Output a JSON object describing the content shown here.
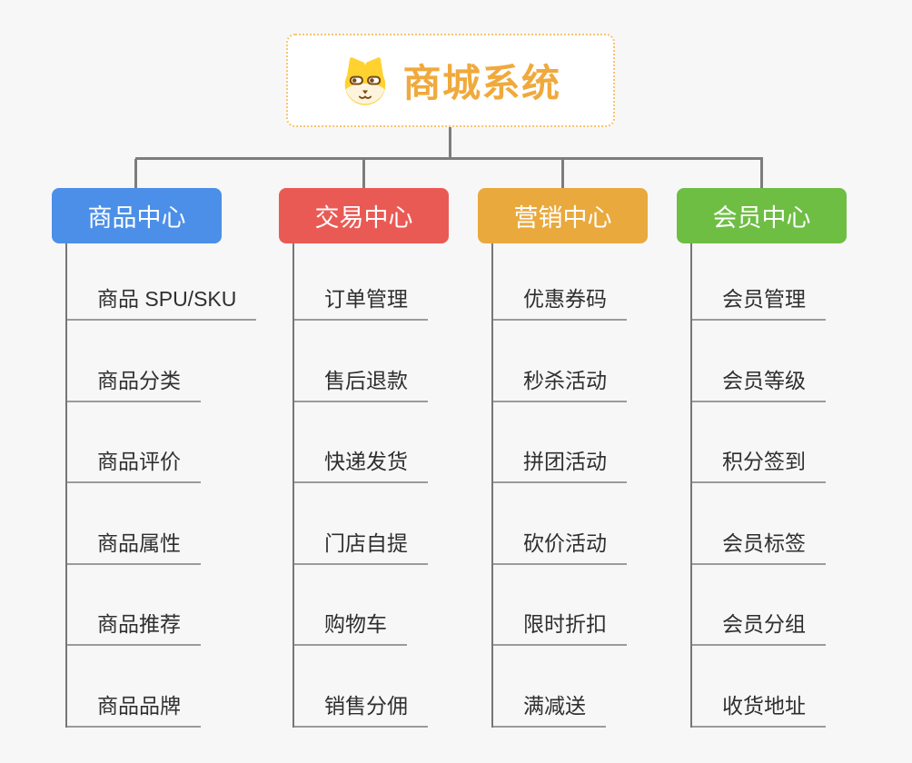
{
  "root": {
    "title": "商城系统",
    "icon": "dog-face-icon",
    "accent_color": "#F0A93C",
    "border_color": "#F7C46E"
  },
  "palette": {
    "connector_gray": "#7D7D7D",
    "leaf_underline_gray": "#9B9B9B",
    "background": "#F7F7F7"
  },
  "branches": [
    {
      "label": "商品中心",
      "color": "#4B8FE8",
      "children": [
        "商品 SPU/SKU",
        "商品分类",
        "商品评价",
        "商品属性",
        "商品推荐",
        "商品品牌"
      ]
    },
    {
      "label": "交易中心",
      "color": "#EA5A54",
      "children": [
        "订单管理",
        "售后退款",
        "快递发货",
        "门店自提",
        "购物车",
        "销售分佣"
      ]
    },
    {
      "label": "营销中心",
      "color": "#EAA93D",
      "children": [
        "优惠券码",
        "秒杀活动",
        "拼团活动",
        "砍价活动",
        "限时折扣",
        "满减送"
      ]
    },
    {
      "label": "会员中心",
      "color": "#6EBE44",
      "children": [
        "会员管理",
        "会员等级",
        "积分签到",
        "会员标签",
        "会员分组",
        "收货地址"
      ]
    }
  ]
}
